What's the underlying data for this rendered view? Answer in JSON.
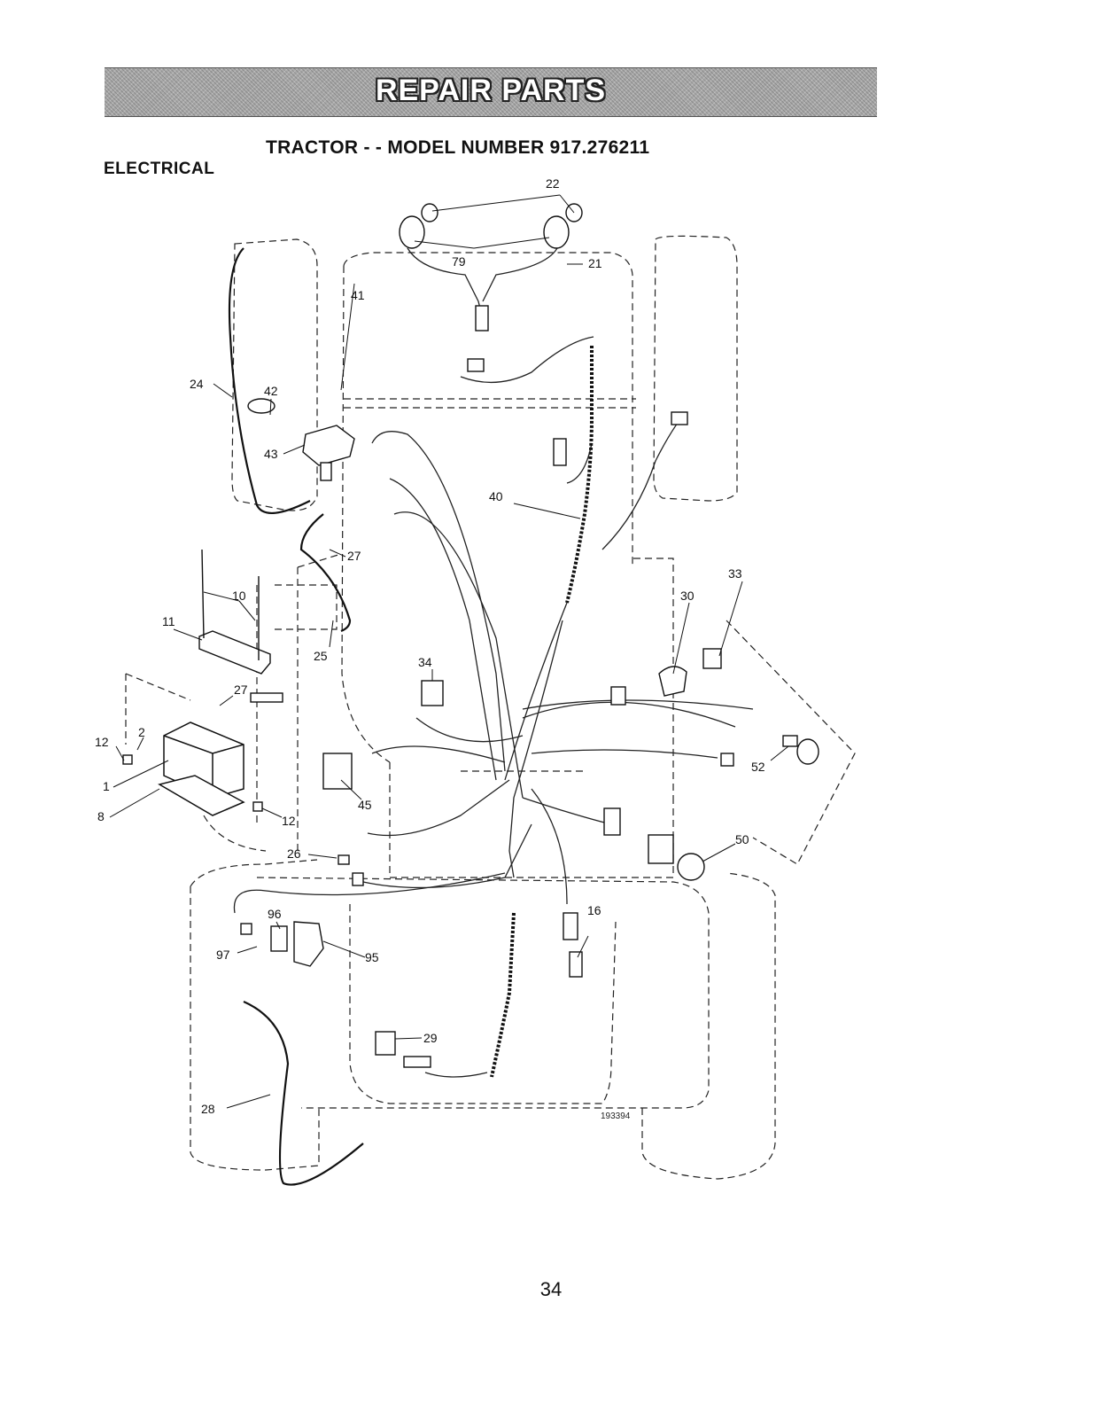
{
  "header": {
    "banner": "REPAIR PARTS",
    "model_title": "TRACTOR - - MODEL NUMBER 917.276211",
    "section": "ELECTRICAL"
  },
  "diagram": {
    "drawing_number": "193394",
    "callouts": [
      "22",
      "79",
      "21",
      "41",
      "42",
      "24",
      "43",
      "40",
      "27",
      "10",
      "11",
      "25",
      "33",
      "30",
      "34",
      "27",
      "2",
      "12",
      "1",
      "8",
      "45",
      "52",
      "12",
      "26",
      "50",
      "96",
      "16",
      "97",
      "95",
      "29",
      "28"
    ]
  },
  "footer": {
    "page_number": "34"
  }
}
